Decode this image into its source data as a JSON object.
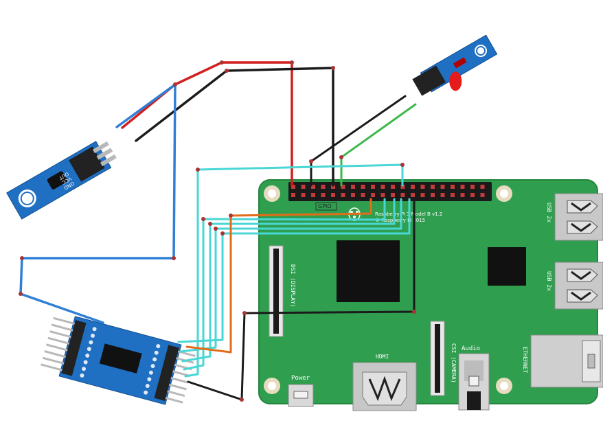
{
  "board": {
    "gpio_label": "GPIO",
    "model_line1": "Raspberry Pi 3 Model B v1.2",
    "model_line2": "© Raspberry Pi 2015",
    "dsi_label": "DSI (DISPLAY)",
    "csi_label": "CSI (CAMERA)",
    "hdmi_label": "HDMI",
    "audio_label": "Audio",
    "power_label": "Power",
    "usb1_label": "USB 2x",
    "usb2_label": "USB 2x",
    "ethernet_label": "ETHERNET"
  },
  "sensor": {
    "pin_labels": [
      "OUT",
      "VCC",
      "GND"
    ]
  },
  "colors": {
    "board": "#2f9e4f",
    "wire_red": "#d11f1f",
    "wire_black": "#1b1b1b",
    "wire_blue": "#2f7fd6",
    "wire_cyan": "#49d6d6",
    "wire_orange": "#e36c1a",
    "wire_green": "#3cb84a",
    "module_blue": "#1f6fc2",
    "led_red": "#e61b1b"
  }
}
